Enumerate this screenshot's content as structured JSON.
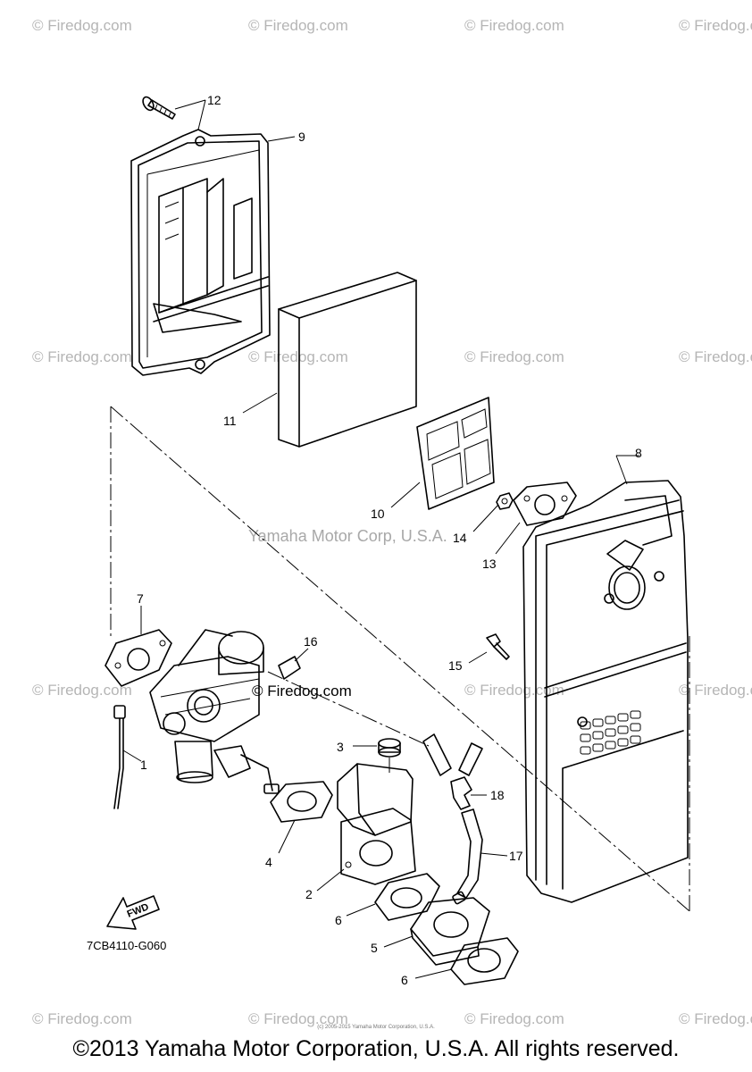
{
  "watermarks": {
    "site": "© Firedog.com",
    "center": "Yamaha Motor Corp, U.S.A."
  },
  "callouts": {
    "c1": "1",
    "c2": "2",
    "c3": "3",
    "c4": "4",
    "c5": "5",
    "c6a": "6",
    "c6b": "6",
    "c7": "7",
    "c8": "8",
    "c9": "9",
    "c10": "10",
    "c11": "11",
    "c12": "12",
    "c13": "13",
    "c14": "14",
    "c15": "15",
    "c16": "16",
    "c17": "17",
    "c18": "18"
  },
  "diagram_code": "7CB4110-G060",
  "fwd_label": "FWD",
  "tiny_note": "(c) 2005-2015 Yamaha Motor Corporation, U.S.A.",
  "copyright": "©2013 Yamaha Motor Corporation, U.S.A. All rights reserved."
}
